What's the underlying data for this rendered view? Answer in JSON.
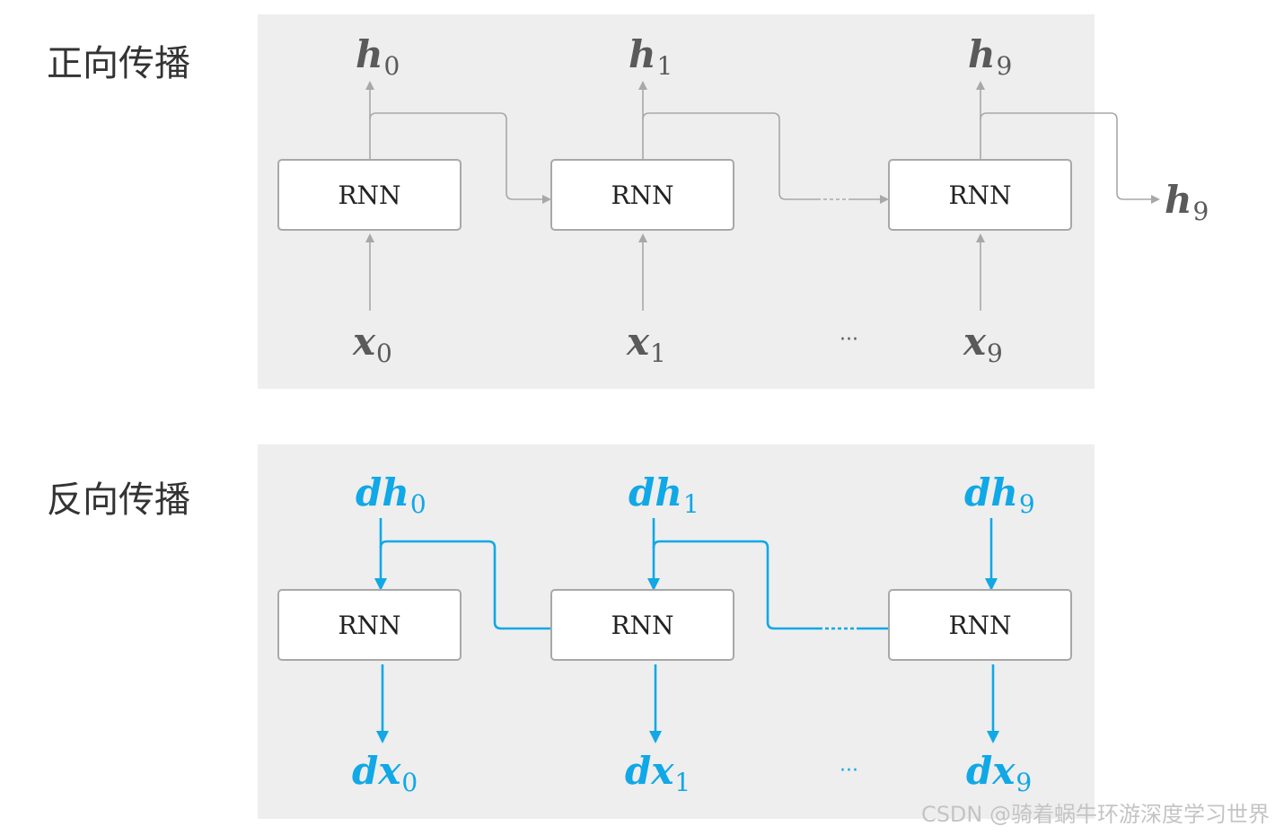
{
  "forward": {
    "title": "正向传播",
    "cells": [
      {
        "label": "RNN",
        "input": "x",
        "input_sub": "0",
        "output": "h",
        "output_sub": "0"
      },
      {
        "label": "RNN",
        "input": "x",
        "input_sub": "1",
        "output": "h",
        "output_sub": "1"
      },
      {
        "label": "RNN",
        "input": "x",
        "input_sub": "9",
        "output": "h",
        "output_sub": "9"
      }
    ],
    "final_output": "h",
    "final_output_sub": "9",
    "ellipsis": "···"
  },
  "backward": {
    "title": "反向传播",
    "cells": [
      {
        "label": "RNN",
        "grad_in": "dh",
        "grad_in_sub": "0",
        "grad_out": "dx",
        "grad_out_sub": "0"
      },
      {
        "label": "RNN",
        "grad_in": "dh",
        "grad_in_sub": "1",
        "grad_out": "dx",
        "grad_out_sub": "1"
      },
      {
        "label": "RNN",
        "grad_in": "dh",
        "grad_in_sub": "9",
        "grad_out": "dx",
        "grad_out_sub": "9"
      }
    ],
    "ellipsis": "···"
  },
  "colors": {
    "panel": "#eeeeee",
    "forward_line": "#a8a8a8",
    "backward_line": "#10a8e6"
  },
  "watermark": "CSDN @骑着蜗牛环游深度学习世界"
}
